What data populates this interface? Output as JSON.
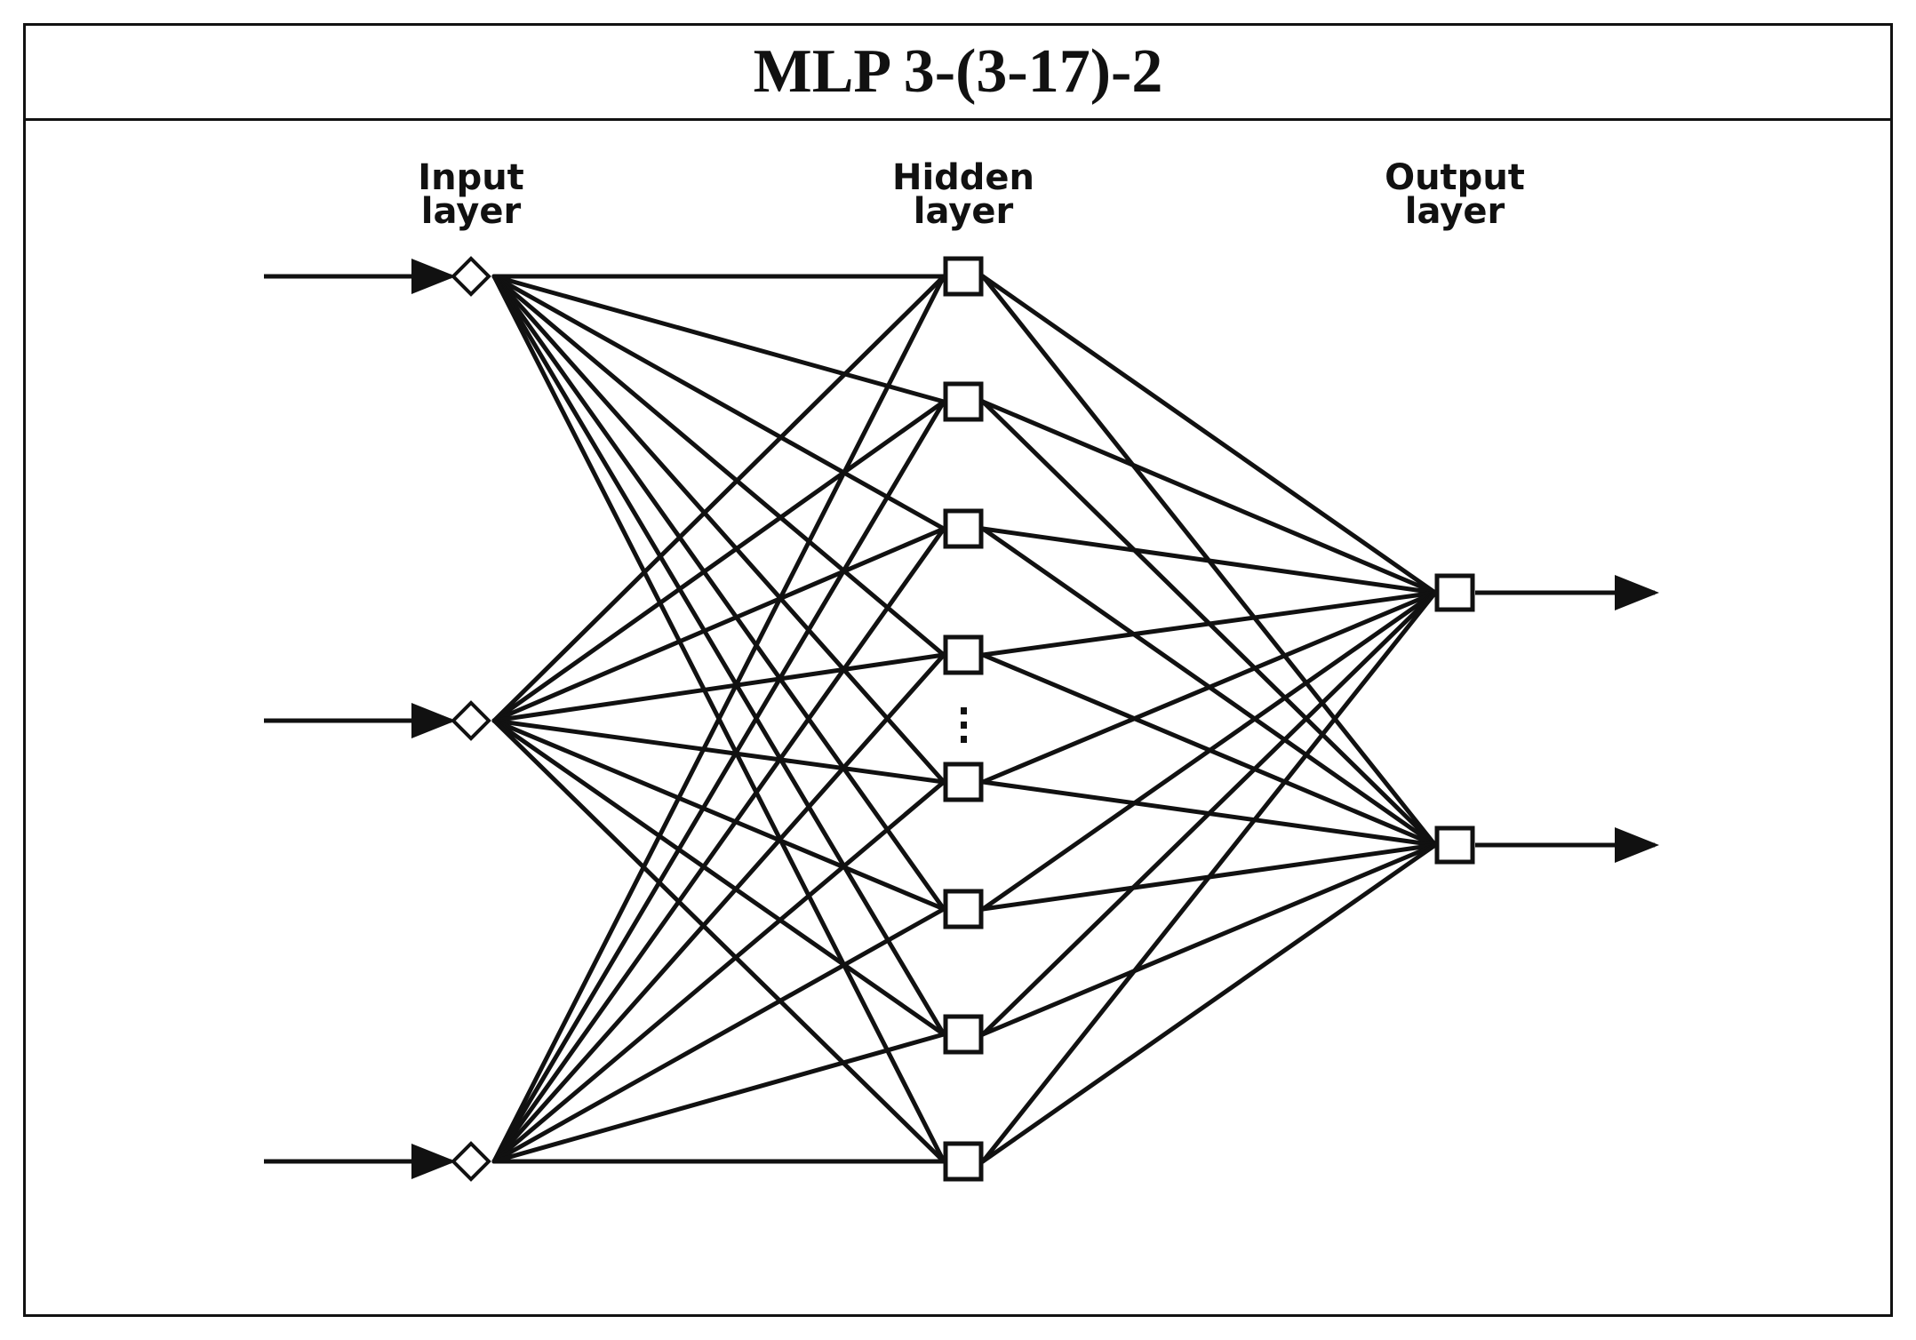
{
  "title": "MLP 3-(3-17)-2",
  "layers": {
    "input": {
      "label_line1": "Input",
      "label_line2": "layer",
      "nodes": 3
    },
    "hidden": {
      "label_line1": "Hidden",
      "label_line2": "layer",
      "nodes_shown": 8,
      "ellipsis_after": 4
    },
    "output": {
      "label_line1": "Output",
      "label_line2": "layer",
      "nodes": 2
    }
  },
  "colors": {
    "stroke": "#111111",
    "background": "#ffffff"
  },
  "node_shapes": {
    "input": "diamond",
    "hidden": "square",
    "output": "square"
  }
}
